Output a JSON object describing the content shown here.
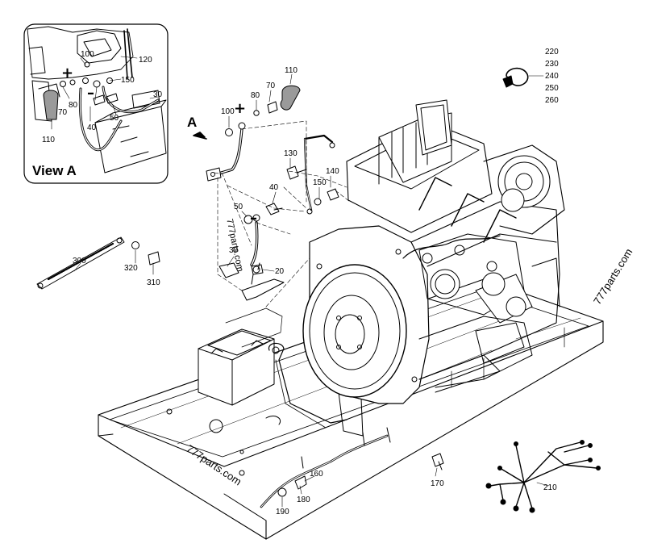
{
  "inset": {
    "title": "View A",
    "callout": "A"
  },
  "signs": {
    "plus": "+",
    "minus": "–"
  },
  "callouts": [
    {
      "id": "inset-120",
      "text": "120"
    },
    {
      "id": "inset-100",
      "text": "100"
    },
    {
      "id": "inset-150",
      "text": "150"
    },
    {
      "id": "inset-80",
      "text": "80"
    },
    {
      "id": "inset-70",
      "text": "70"
    },
    {
      "id": "inset-30",
      "text": "30"
    },
    {
      "id": "inset-50",
      "text": "50"
    },
    {
      "id": "inset-40",
      "text": "40"
    },
    {
      "id": "inset-110",
      "text": "110"
    },
    {
      "id": "110",
      "text": "110"
    },
    {
      "id": "70",
      "text": "70"
    },
    {
      "id": "80",
      "text": "80"
    },
    {
      "id": "100",
      "text": "100"
    },
    {
      "id": "130",
      "text": "130"
    },
    {
      "id": "140",
      "text": "140"
    },
    {
      "id": "150",
      "text": "150"
    },
    {
      "id": "40",
      "text": "40"
    },
    {
      "id": "50",
      "text": "50"
    },
    {
      "id": "30",
      "text": "30"
    },
    {
      "id": "20",
      "text": "20"
    },
    {
      "id": "300",
      "text": "300"
    },
    {
      "id": "320",
      "text": "320"
    },
    {
      "id": "310",
      "text": "310"
    },
    {
      "id": "160",
      "text": "160"
    },
    {
      "id": "170",
      "text": "170"
    },
    {
      "id": "180",
      "text": "180"
    },
    {
      "id": "190",
      "text": "190"
    },
    {
      "id": "210",
      "text": "210"
    }
  ],
  "clamp_parts": [
    "220",
    "230",
    "240",
    "250",
    "260"
  ],
  "watermarks": [
    "777parts.com",
    "777parts.com",
    "777parts.com"
  ]
}
